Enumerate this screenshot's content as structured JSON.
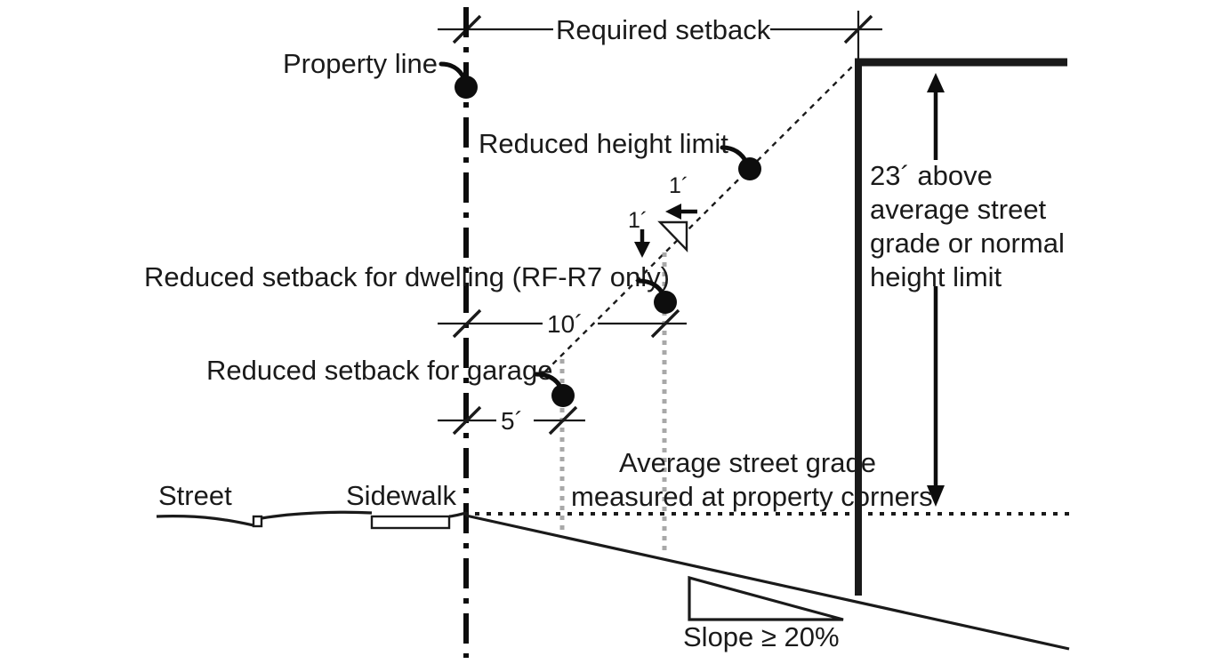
{
  "diagram": {
    "title": "Required setback and reduced height limit diagram",
    "labels": {
      "required_setback": "Required setback",
      "property_line": "Property line",
      "reduced_height_limit": "Reduced height limit",
      "reduced_setback_dwelling": "Reduced setback for dwelling (RF-R7 only)",
      "reduced_setback_garage": "Reduced setback for garage",
      "street": "Street",
      "sidewalk": "Sidewalk",
      "average_grade_line1": "Average street grade",
      "average_grade_line2": "measured at property corners",
      "slope": "Slope ≥ 20%"
    },
    "dimensions": {
      "dwelling_setback": "10´",
      "garage_setback": "5´",
      "slope_rise": "1´",
      "slope_run": "1´"
    },
    "height_note": {
      "line1": "23´ above",
      "line2": "average street",
      "line3": "grade or normal",
      "line4": "height limit"
    },
    "colors": {
      "ink": "#1a1a1a",
      "guide_gray": "#a8a8a8",
      "background": "#ffffff"
    }
  }
}
